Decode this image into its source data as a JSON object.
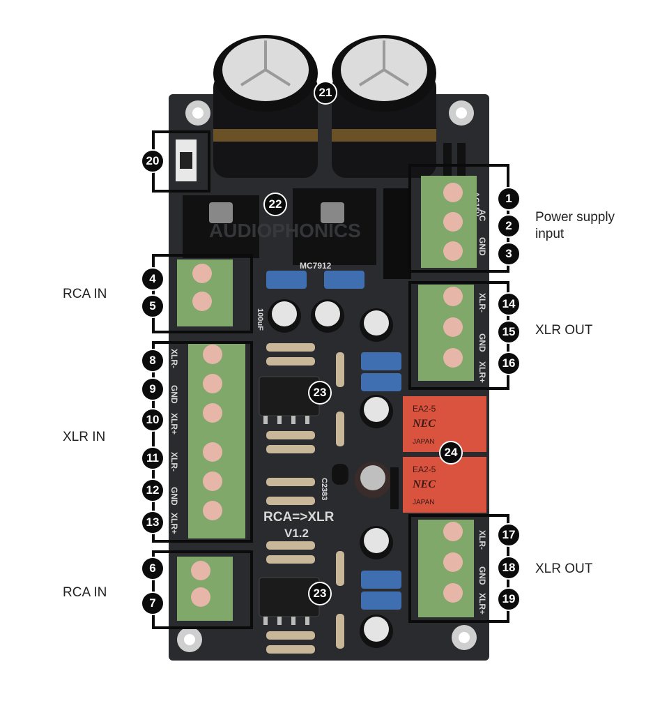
{
  "labels": {
    "power_line1": "Power supply",
    "power_line2": "input",
    "rca_in_top": "RCA IN",
    "xlr_in": "XLR IN",
    "rca_in_bottom": "RCA IN",
    "xlr_out_top": "XLR OUT",
    "xlr_out_bottom": "XLR OUT"
  },
  "badges": {
    "b1": "1",
    "b2": "2",
    "b3": "3",
    "b4": "4",
    "b5": "5",
    "b6": "6",
    "b7": "7",
    "b8": "8",
    "b9": "9",
    "b10": "10",
    "b11": "11",
    "b12": "12",
    "b13": "13",
    "b14": "14",
    "b15": "15",
    "b16": "16",
    "b17": "17",
    "b18": "18",
    "b19": "19",
    "b20": "20",
    "b21": "21",
    "b22": "22",
    "b23a": "23",
    "b23b": "23",
    "b24": "24"
  },
  "board": {
    "title": "RCA=>XLR",
    "version": "V1.2",
    "watermark": "AUDIOPHONICS",
    "regulator_right": "MC7912",
    "ac_label": "AC15V",
    "cap_label": "100uF",
    "transistor_label": "C2383",
    "relay_brand": "NEC",
    "relay_model": "EA2-5",
    "relay_country": "JAPAN",
    "silk_xlr_minus": "XLR-",
    "silk_gnd": "GND",
    "silk_xlr_plus": "XLR+",
    "silk_ac": "AC"
  },
  "colors": {
    "pcb": "#2a2b2e",
    "terminal": "#7fa86a",
    "badge": "#0b0b0b",
    "relay": "#d9533f",
    "film_cap": "#3f6fb0",
    "outline": "#0b0b0b"
  }
}
